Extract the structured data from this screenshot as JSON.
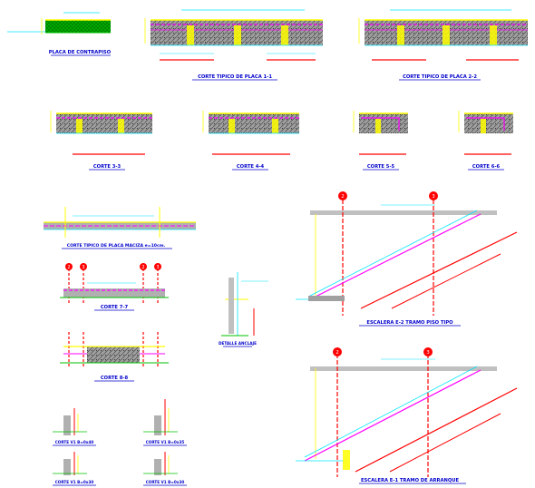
{
  "titles": {
    "placa_contrapiso": "PLACA DE CONTRAPISO",
    "corte_1_1": "CORTE TIPICO DE PLACA 1-1",
    "corte_2_2": "CORTE TIPICO DE PLACA 2-2",
    "corte_3_3": "CORTE 3-3",
    "corte_4_4": "CORTE 4-4",
    "corte_5_5": "CORTE 5-5",
    "corte_6_6": "CORTE 6-6",
    "placa_maciza": "CORTE TIPICO DE PLACA MACIZA e=10cm.",
    "corte_7_7": "CORTE 7-7",
    "corte_8_8": "CORTE 8-8",
    "detalle_anclaje": "DETALLE ANCLAJE",
    "escalera_e2": "ESCALERA E-2 TRAMO PISO TIPO",
    "escalera_e1": "ESCALERA E-1 TRAMO DE ARRANQUE",
    "corte_v1_a": "CORTE V1 B=0x40",
    "corte_v1_b": "CORTE V1 B=0x35",
    "corte_v1_c": "CORTE V1 B=0x30",
    "corte_v1_d": "CORTE V1 B=0x30"
  },
  "axis_markers": [
    "2",
    "3",
    "2",
    "3",
    "2",
    "3",
    "2",
    "3"
  ],
  "colors": {
    "title": "#0000cc",
    "rebar": "#ff0000",
    "dimension": "#00e5ff",
    "concrete_fill": "#8c8c8c",
    "stirrup": "#ff00ff",
    "slab_top": "#ffff00",
    "ground": "#00c000"
  }
}
